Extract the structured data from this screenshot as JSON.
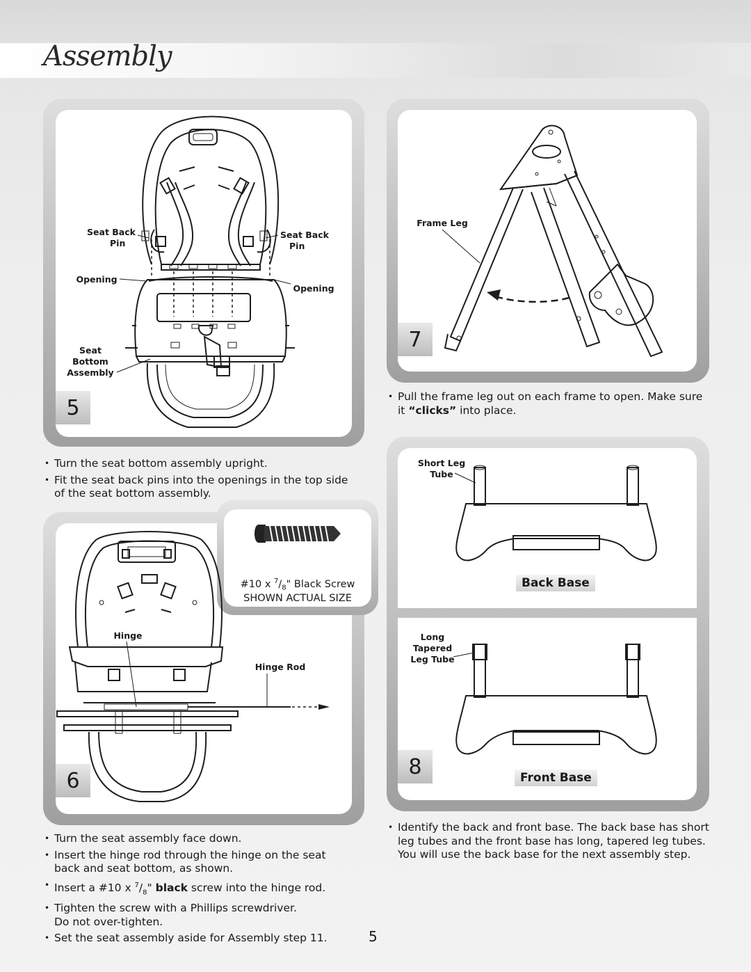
{
  "page": {
    "title": "Assembly",
    "page_number": "5"
  },
  "step5": {
    "number": "5",
    "labels": {
      "seat_back_pin_left_1": "Seat Back",
      "seat_back_pin_left_2": "Pin",
      "seat_back_pin_right_1": "Seat Back",
      "seat_back_pin_right_2": "Pin",
      "opening_left": "Opening",
      "opening_right": "Opening",
      "seat_bottom_1": "Seat",
      "seat_bottom_2": "Bottom",
      "seat_bottom_3": "Assembly"
    },
    "instructions": [
      "Turn the seat bottom assembly upright.",
      "Fit the seat back pins into the openings in the top side of the seat bottom assembly."
    ]
  },
  "step6": {
    "number": "6",
    "labels": {
      "hinge": "Hinge",
      "hinge_rod": "Hinge Rod"
    },
    "screw": {
      "caption_prefix": "#10 x ",
      "caption_num": "7",
      "caption_den": "8",
      "caption_suffix": "\" Black Screw",
      "note": "SHOWN ACTUAL SIZE"
    },
    "instructions": {
      "i1": "Turn the seat assembly face down.",
      "i2": "Insert the hinge rod through the hinge on the seat back and seat bottom, as shown.",
      "i3_prefix": "Insert a #10 x ",
      "i3_num": "7",
      "i3_den": "8",
      "i3_quote": "\" ",
      "i3_bold": "black",
      "i3_suffix": " screw into the hinge rod.",
      "i4": "Tighten the screw with a Phillips screwdriver.",
      "i4b": "Do not over-tighten.",
      "i5": "Set the seat assembly aside for Assembly step 11."
    }
  },
  "step7": {
    "number": "7",
    "labels": {
      "frame_leg": "Frame Leg"
    },
    "instruction_prefix": "Pull the frame leg out on each frame to open. Make sure it ",
    "instruction_bold": "“clicks”",
    "instruction_suffix": " into place."
  },
  "step8": {
    "number": "8",
    "labels": {
      "short_leg_1": "Short Leg",
      "short_leg_2": "Tube",
      "long_leg_1": "Long",
      "long_leg_2": "Tapered",
      "long_leg_3": "Leg Tube",
      "back_base": "Back Base",
      "front_base": "Front Base"
    },
    "instruction": "Identify the back and front base. The back base has short leg tubes and the front base has long, tapered leg tubes. You will use the back base for the next assembly step."
  },
  "colors": {
    "panel_edge": "#9f9f9f",
    "badge_fill": "#c8c8c8"
  }
}
